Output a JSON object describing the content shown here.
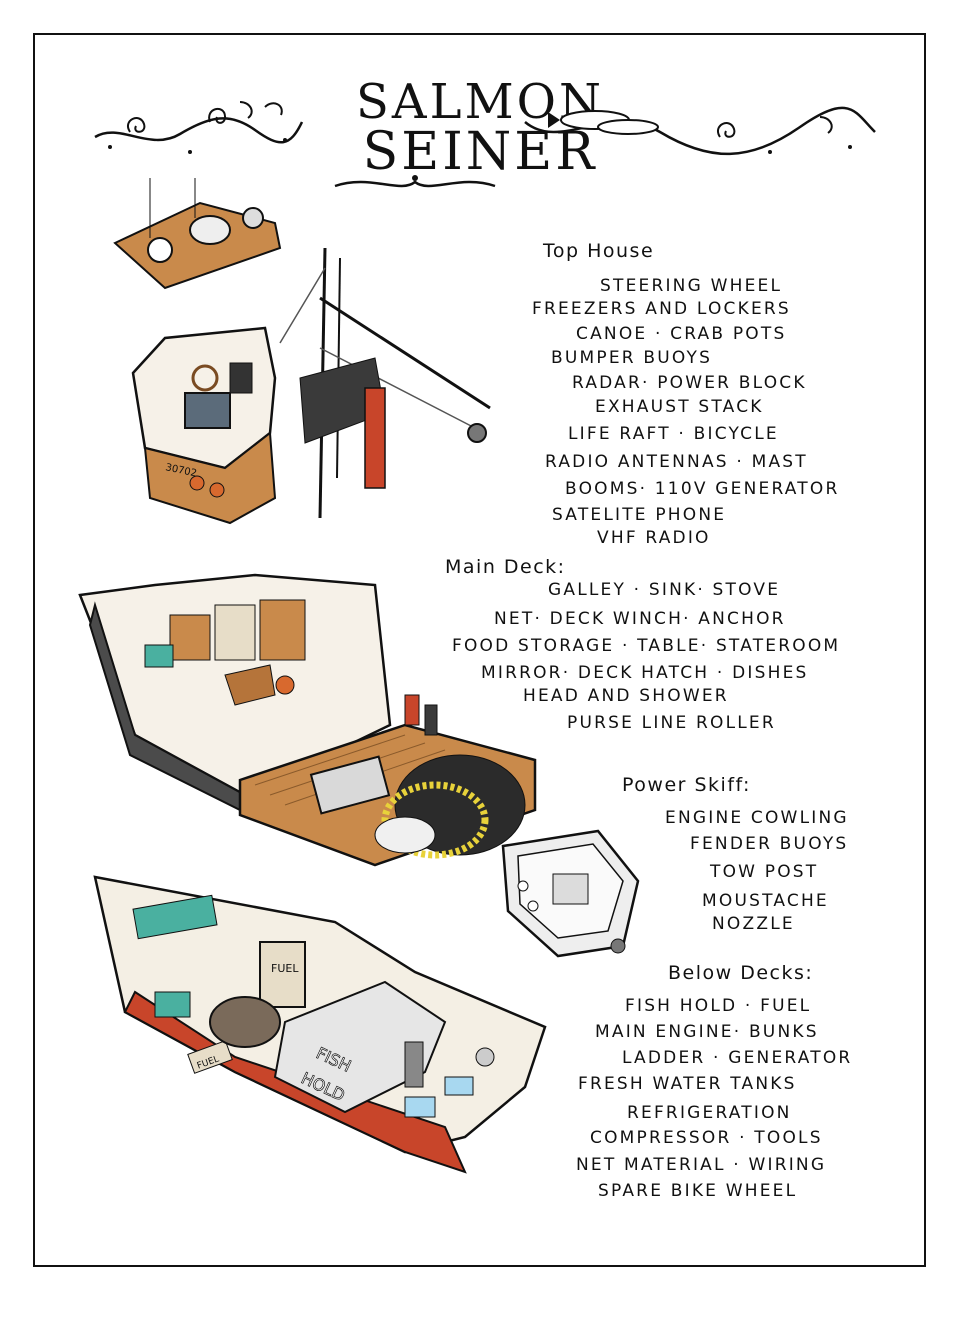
{
  "title": {
    "line1": "SALMON",
    "line2": "SEINER"
  },
  "sections": {
    "top_house": {
      "heading": "Top House",
      "items": [
        "Steering wheel",
        "Freezers and lockers",
        "Canoe · Crab pots",
        "Bumper buoys",
        "Radar· Power block",
        "Exhaust stack",
        "Life raft · Bicycle",
        "Radio antennas · Mast",
        "Booms· 110V generator",
        "Satelite phone",
        "VHF radio"
      ]
    },
    "main_deck": {
      "heading": "Main Deck:",
      "items": [
        "Galley · Sink· Stove",
        "Net· Deck winch· Anchor",
        "Food storage · Table· Stateroom",
        "Mirror· Deck hatch · Dishes",
        "Head and shower",
        "Purse line roller"
      ]
    },
    "power_skiff": {
      "heading": "Power Skiff:",
      "items": [
        "Engine cowling",
        "Fender buoys",
        "Tow post",
        "Moustache",
        "Nozzle"
      ]
    },
    "below_decks": {
      "heading": "Below Decks:",
      "items": [
        "Fish hold · Fuel",
        "Main engine· Bunks",
        "Ladder · Generator",
        "Fresh water tanks",
        "Refrigeration",
        "Compressor · Tools",
        "Net material · Wiring",
        "Spare bike wheel"
      ]
    }
  },
  "illustration_labels": {
    "hull_number": "30702",
    "fuel_tank": "FUEL",
    "fuel_box": "FUEL",
    "fish_hold_1": "FISH",
    "fish_hold_2": "HOLD"
  },
  "colors": {
    "ink": "#111111",
    "wood": "#c98a4b",
    "hull_red": "#c8452a",
    "net_yellow": "#e8d23a",
    "deck_teal": "#4ab0a0"
  }
}
